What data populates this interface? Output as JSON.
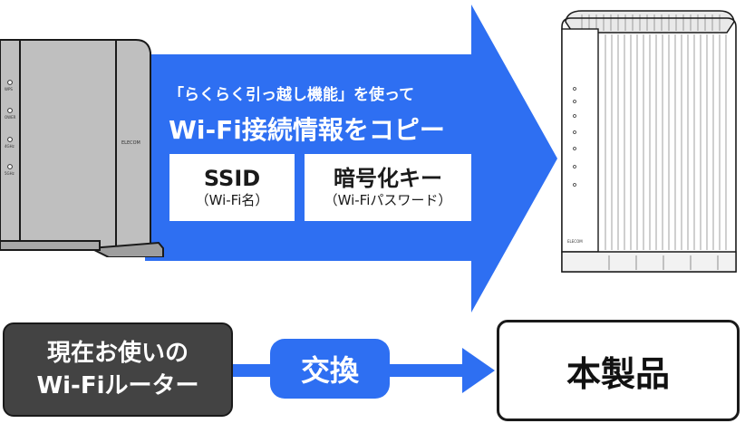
{
  "arrow": {
    "subtitle": "「らくらく引っ越し機能」を使って",
    "title": "Wi-Fi接続情報をコピー"
  },
  "info_boxes": [
    {
      "main": "SSID",
      "sub": "（Wi-Fi名）"
    },
    {
      "main": "暗号化キー",
      "sub": "（Wi-Fiパスワード）"
    }
  ],
  "old_router": {
    "brand": "ELECOM",
    "leds": [
      "WPS",
      "OWER",
      "4GHz",
      "5GHz"
    ]
  },
  "new_router": {
    "brand": "ELECOM"
  },
  "bottom": {
    "current_label_line1": "現在お使いの",
    "current_label_line2": "Wi-Fiルーター",
    "exchange_label": "交換",
    "product_label": "本製品"
  },
  "colors": {
    "accent_blue": "#2e6ff2",
    "dark_box": "#434343",
    "router_gray": "#bfbfbf",
    "outline": "#1a1a1a"
  },
  "icons": [
    "old-router-icon",
    "new-router-icon",
    "big-right-arrow",
    "small-right-arrow"
  ]
}
